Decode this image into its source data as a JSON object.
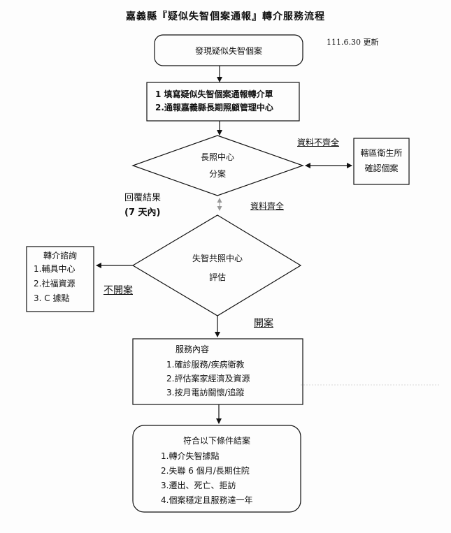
{
  "title": "嘉義縣『疑似失智個案通報』轉介服務流程",
  "date": "111.6.30 更新",
  "nodes": {
    "discover": "發現疑似失智個案",
    "report": [
      "1 填寫疑似失智個案通報轉介單",
      "2.通報嘉義縣長期照顧管理中心"
    ],
    "ltc": [
      "長照中心",
      "分案"
    ],
    "health": [
      "轄區衛生所",
      "確認個案"
    ],
    "dementia": [
      "失智共照中心",
      "評估"
    ],
    "referral": {
      "title": "轉介諮詢",
      "items": [
        "1.輔具中心",
        "2.社福資源",
        "3. C 據點"
      ]
    },
    "service": {
      "title": "服務內容",
      "items": [
        "1.確診服務/疾病衛教",
        "2.評估案家經濟及資源",
        "3.按月電訪關懷/追蹤"
      ]
    },
    "close": {
      "title": "符合以下條件結案",
      "items": [
        "1.轉介失智據點",
        "2.失聯 6 個月/長期住院",
        "3.遷出、死亡、拒訪",
        "4.個案穩定且服務達一年"
      ]
    }
  },
  "labels": {
    "incomplete": "資料不齊全",
    "complete": "資料齊全",
    "reply": "回覆結果",
    "reply_days": "(7 天內)",
    "not_open": "不開案",
    "open": "開案"
  }
}
